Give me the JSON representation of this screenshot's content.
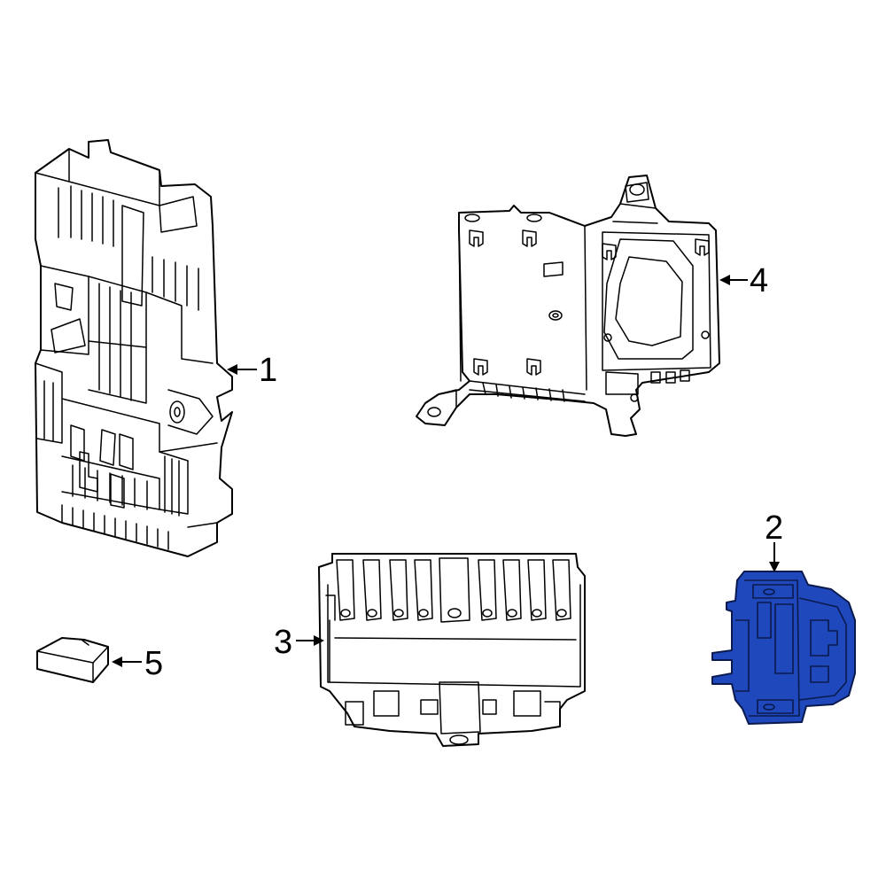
{
  "callouts": [
    {
      "id": "1",
      "label": "1"
    },
    {
      "id": "2",
      "label": "2"
    },
    {
      "id": "3",
      "label": "3"
    },
    {
      "id": "4",
      "label": "4"
    },
    {
      "id": "5",
      "label": "5"
    }
  ],
  "colors": {
    "line": "#000000",
    "background": "#ffffff",
    "highlight": "#1f48bd"
  }
}
